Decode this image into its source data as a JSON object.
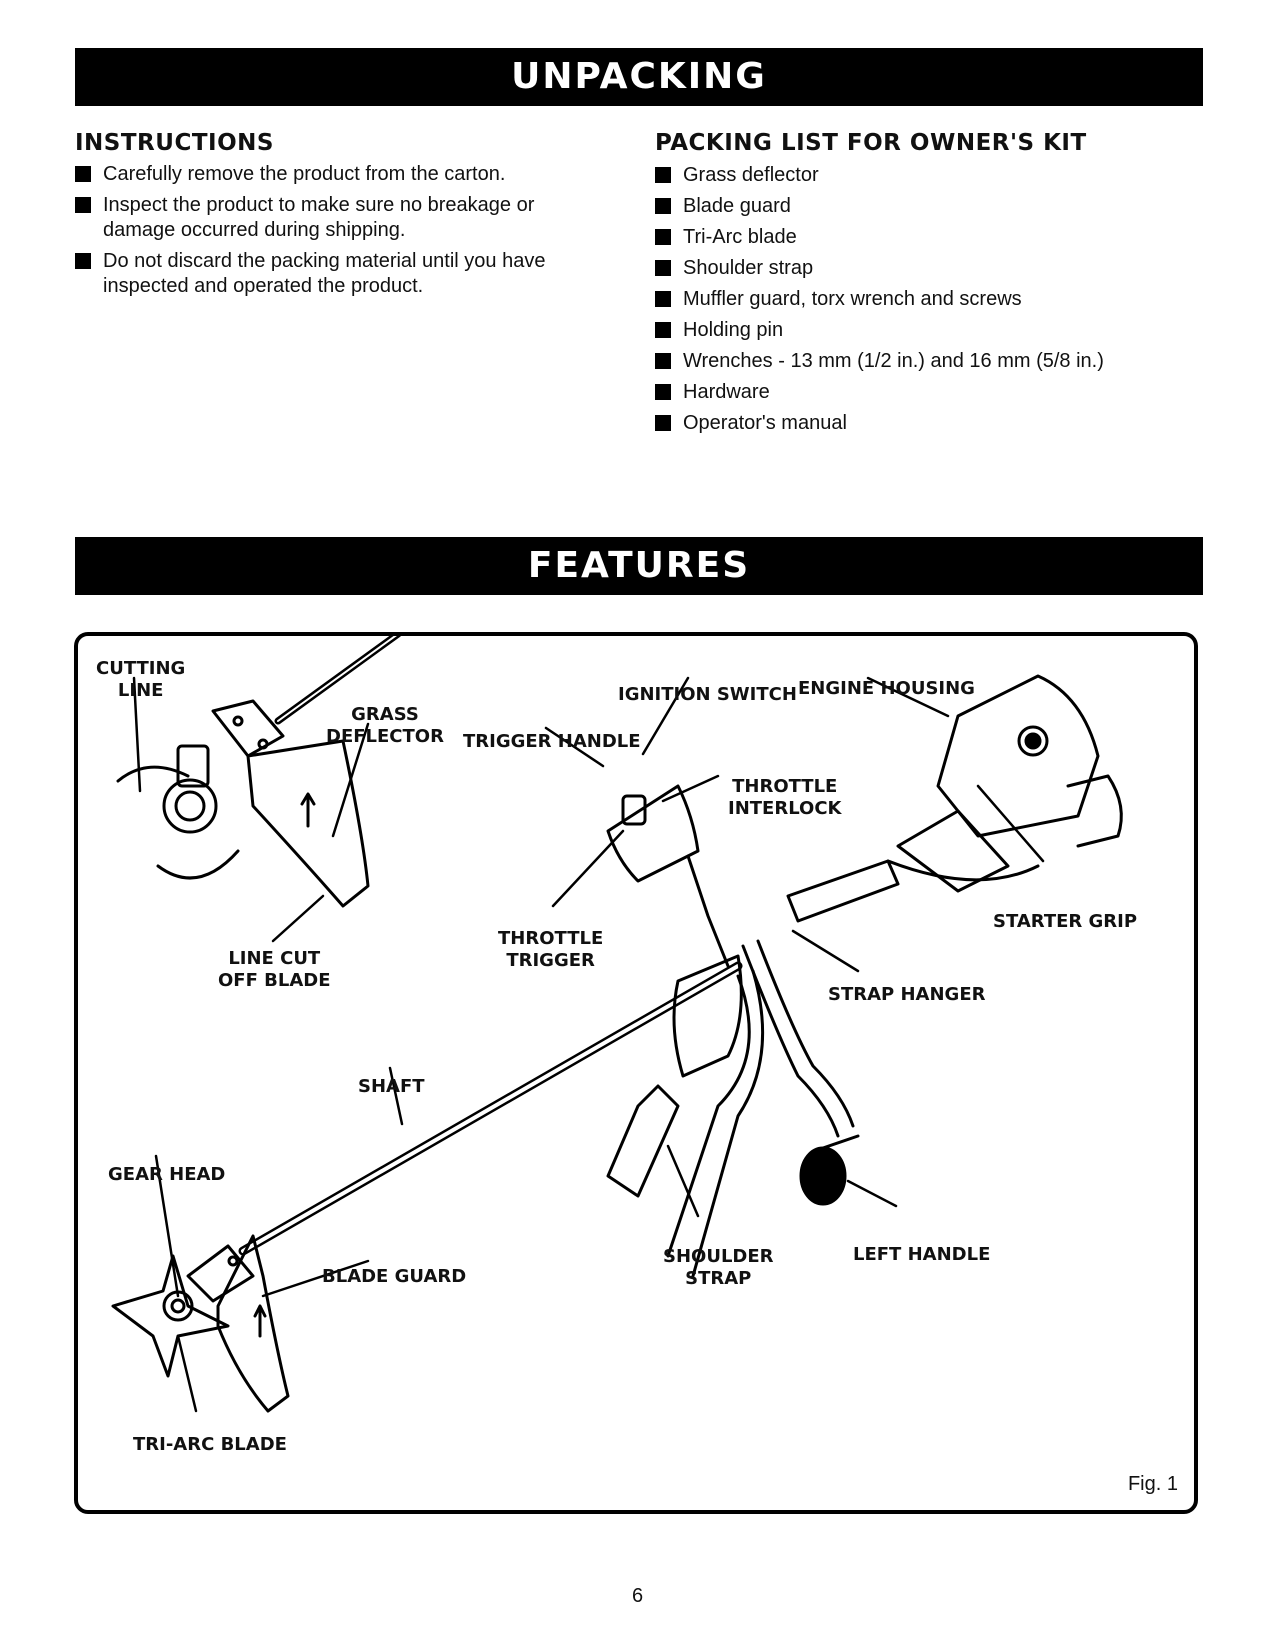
{
  "unpacking": {
    "title": "UNPACKING",
    "instructions": {
      "heading": "INSTRUCTIONS",
      "items": [
        "Carefully remove the product from the carton.",
        "Inspect the product to make sure no breakage or damage occurred during shipping.",
        "Do not discard the packing material until you have inspected and operated the product."
      ]
    },
    "packing_list": {
      "heading": "PACKING LIST FOR OWNER'S KIT",
      "items": [
        "Grass deflector",
        "Blade guard",
        "Tri-Arc blade",
        "Shoulder strap",
        "Muffler guard, torx wrench and screws",
        "Holding pin",
        "Wrenches - 13 mm (1/2 in.) and 16 mm (5/8 in.)",
        "Hardware",
        "Operator's manual"
      ]
    }
  },
  "features": {
    "title": "FEATURES",
    "labels": {
      "cutting_line": "CUTTING LINE",
      "grass_deflector": "GRASS DEFLECTOR",
      "trigger_handle": "TRIGGER HANDLE",
      "ignition_switch": "IGNITION SWITCH",
      "engine_housing": "ENGINE HOUSING",
      "throttle_interlock": "THROTTLE INTERLOCK",
      "starter_grip": "STARTER GRIP",
      "line_cut_off_blade": "LINE CUT OFF BLADE",
      "throttle_trigger": "THROTTLE TRIGGER",
      "strap_hanger": "STRAP HANGER",
      "shaft": "SHAFT",
      "gear_head": "GEAR HEAD",
      "blade_guard": "BLADE GUARD",
      "shoulder_strap": "SHOULDER STRAP",
      "left_handle": "LEFT HANDLE",
      "tri_arc_blade": "TRI-ARC BLADE"
    },
    "figure_caption": "Fig. 1"
  },
  "page_number": "6"
}
